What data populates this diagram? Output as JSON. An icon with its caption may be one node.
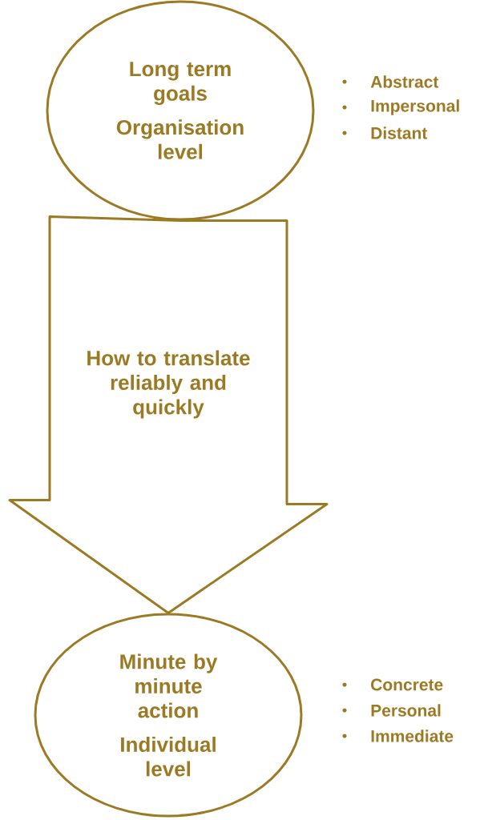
{
  "diagram": {
    "nodes": [
      {
        "text": [
          "Long term goals",
          "Organisation level"
        ],
        "beside": [
          "Abstract",
          "Impersonal",
          "Distant"
        ]
      },
      {
        "text": [
          "Minute by minute action",
          "Individual level"
        ],
        "beside": [
          "Concrete",
          "Personal",
          "Immediate"
        ]
      }
    ],
    "edges": [
      {
        "from": 0,
        "to": 1,
        "arrow": "to",
        "label": "How to translate reliably and quickly"
      }
    ]
  }
}
